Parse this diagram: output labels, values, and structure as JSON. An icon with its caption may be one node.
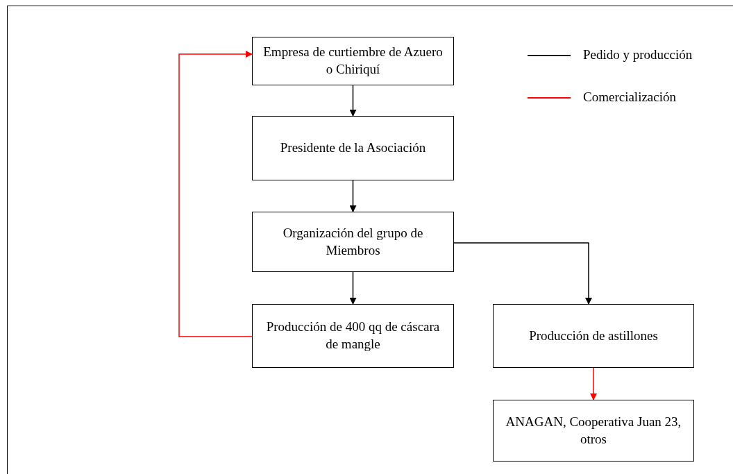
{
  "diagram": {
    "nodes": [
      {
        "text": [
          "Empresa de curtiembre de Azuero  o Chiriquí"
        ]
      },
      {
        "text": [
          "Presidente de la Asociación"
        ]
      },
      {
        "text": [
          "Organización del grupo de Miembros"
        ]
      },
      {
        "text": [
          "Producción de 400 qq de cáscara de mangle"
        ]
      },
      {
        "text": [
          "Producción de astillones"
        ]
      },
      {
        "text": [
          "ANAGAN, Cooperativa Juan 23, otros"
        ]
      }
    ],
    "edges": [
      {
        "from": 0,
        "to": 1,
        "arrow": "to"
      },
      {
        "from": 1,
        "to": 2,
        "arrow": "to"
      },
      {
        "from": 2,
        "to": 3,
        "arrow": "to"
      },
      {
        "from": 2,
        "to": 4,
        "arrow": "to"
      },
      {
        "from": 3,
        "to": 0,
        "arrow": "to",
        "color": "#ff0000"
      },
      {
        "from": 4,
        "to": 5,
        "arrow": "to",
        "color": "#ff0000"
      }
    ],
    "legend": [
      {
        "text": "Pedido y producción",
        "color": "#000000"
      },
      {
        "text": "Comercialización",
        "color": "#ff0000"
      }
    ]
  }
}
